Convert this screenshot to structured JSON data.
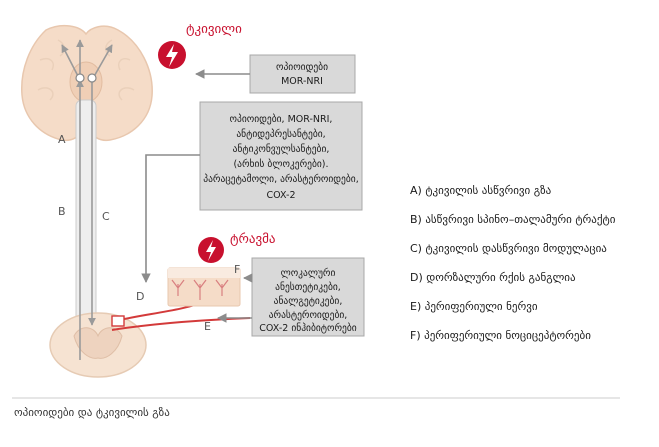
{
  "labels": {
    "pain": "ტკივილი",
    "trauma": "ტრავმა"
  },
  "letters": [
    "A",
    "B",
    "C",
    "D",
    "E",
    "F"
  ],
  "boxes": {
    "box1": [
      "ოპიოიდები",
      "MOR-NRI"
    ],
    "box2": [
      "ოპიოიდები, MOR-NRI,",
      "ანტიდეპრესანტები,",
      "ანტიკონვულსანტები,",
      "(არხის ბლოკერები).",
      "პარაცეტამოლი, არასტეროიდები,",
      "COX-2"
    ],
    "box3": [
      "ლოკალური",
      "ანესთეტიკები,",
      "ანალგეტიკები,",
      "არასტეროიდები,",
      "COX-2 ინჰიბიტორები"
    ]
  },
  "legend": [
    "A) ტკივილის ასწვრივი გზა",
    "B) ასწვრივი სპინო–თალამური ტრაქტი",
    "C) ტკივილის დასწვრივი მოდულაცია",
    "D) დორზალური რქის განგლია",
    "E) პერიფერიული ნერვი",
    "F) პერიფერიული ნოციცეპტორები"
  ],
  "caption": "ოპიოიდები და ტკივილის გზა",
  "colors": {
    "tissue": "#f5dcc8",
    "box_fill": "#d9d9d9",
    "box_border": "#a8a8a8",
    "arrow": "#8c8c8c",
    "pain_red": "#c8102e"
  }
}
